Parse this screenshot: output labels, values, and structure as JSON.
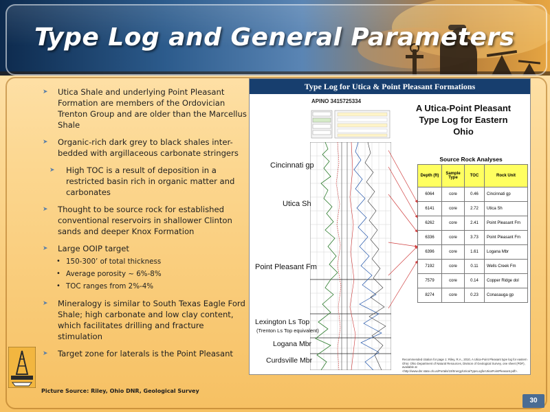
{
  "slide": {
    "title": "Type Log and General Parameters",
    "page_number": "30",
    "caption": "Picture Source: Riley, Ohio DNR, Geological Survey"
  },
  "bullets": [
    {
      "text": "Utica Shale and underlying Point Pleasant Formation are members of the Ordovician Trenton Group and are older than the Marcellus Shale"
    },
    {
      "text": "Organic-rich dark grey to black shales inter-bedded with argillaceous carbonate stringers"
    },
    {
      "text": "High TOC is a result of deposition in a restricted basin rich in organic matter and carbonates"
    },
    {
      "text": "Thought to be source rock for established conventional reservoirs in shallower Clinton sands and deeper Knox Formation"
    },
    {
      "text": "Large OOIP target"
    },
    {
      "text": "Mineralogy is similar to South Texas Eagle Ford Shale; high carbonate and low clay content, which facilitates drilling and fracture stimulation"
    },
    {
      "text": "Target zone for laterals is the Point Pleasant"
    }
  ],
  "sub_bullets": [
    {
      "text": "150-300’ of total thickness"
    },
    {
      "text": "Average porosity ~ 6%-8%"
    },
    {
      "text": "TOC ranges from 2%-4%"
    }
  ],
  "figure": {
    "title": "Type Log for Utica & Point Pleasant Formations",
    "apino": "APINO 3415725334",
    "log_title_line1": "A Utica-Point Pleasant",
    "log_title_line2": "Type Log for Eastern Ohio",
    "formations": {
      "cincinnati": "Cincinnati gp",
      "utica": "Utica Sh",
      "point_pleasant": "Point Pleasant Fm",
      "lexington": "Lexington Ls Top",
      "lexington_sub": "(Trenton Ls Top equivalent)",
      "logana": "Logana Mbr",
      "curdsville": "Curdsville Mbr"
    },
    "table": {
      "title": "Source Rock Analyses",
      "headers": [
        "Depth (ft)",
        "Sample Type",
        "TOC",
        "Rock Unit"
      ],
      "rows": [
        [
          "6064",
          "core",
          "0.46",
          "Cincinnati gp"
        ],
        [
          "6141",
          "core",
          "2.72",
          "Utica Sh"
        ],
        [
          "6262",
          "core",
          "2.41",
          "Point Pleasant Fm"
        ],
        [
          "6336",
          "core",
          "3.73",
          "Point Pleasant Fm"
        ],
        [
          "6396",
          "core",
          "1.61",
          "Logana Mbr"
        ],
        [
          "7192",
          "core",
          "0.11",
          "Wells Creek Fm"
        ],
        [
          "7579",
          "core",
          "0.14",
          "Copper Ridge dol"
        ],
        [
          "8274",
          "core",
          "0.23",
          "Conasauga gp"
        ]
      ]
    },
    "citation": "Recommended citation for page 1: Riley, R.A., 2010, A Utica-Point Pleasant type log for eastern Ohio: Ohio Department of Natural Resources, Division of Geological Survey, one sheet (PDF), available at <http://www.dnr.state.oh.us/Portals/10/Energy/Utica/TypeLogforUticaPointPleasant.pdf>."
  },
  "colors": {
    "header_dark": "#0d2a4d",
    "figure_title_bg": "#173e6e",
    "table_header": "#ffff60",
    "bullet_arrow": "#5b7fa6",
    "arrow_lines": "#d04040"
  }
}
